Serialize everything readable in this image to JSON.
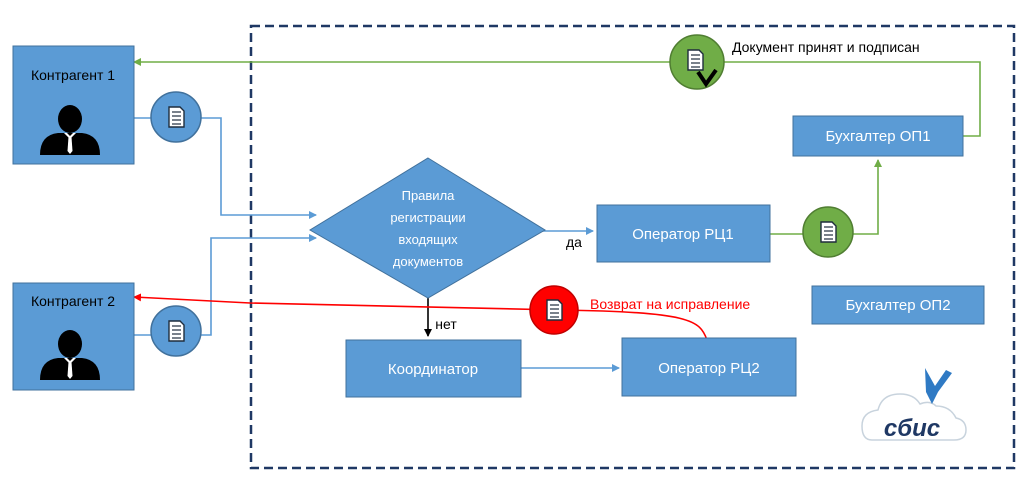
{
  "actors": {
    "counterparty_1": "Контрагент 1",
    "counterparty_2": "Контрагент 2"
  },
  "decision": {
    "lines": [
      "Правила",
      "регистрации",
      "входящих",
      "документов"
    ],
    "yes_label": "да",
    "no_label": "нет"
  },
  "nodes": {
    "operator_rc1": "Оператор РЦ1",
    "accountant_op1": "Бухгалтер ОП1",
    "accountant_op2": "Бухгалтер ОП2",
    "coordinator": "Координатор",
    "operator_rc2": "Оператор РЦ2"
  },
  "annotations": {
    "accepted": "Документ принят и подписан",
    "returned": "Возврат на исправление"
  },
  "logo": {
    "text": "сбис"
  },
  "colors": {
    "box_fill": "#5b9bd5",
    "box_stroke": "#41719c",
    "doc_circle": "#5b9bd5",
    "accepted_circle": "#70ad47",
    "returned_circle": "#ff0000",
    "green_line": "#70ad47",
    "red_line": "#ff0000",
    "blue_line": "#5b9bd5",
    "frame": "#1f3864"
  }
}
